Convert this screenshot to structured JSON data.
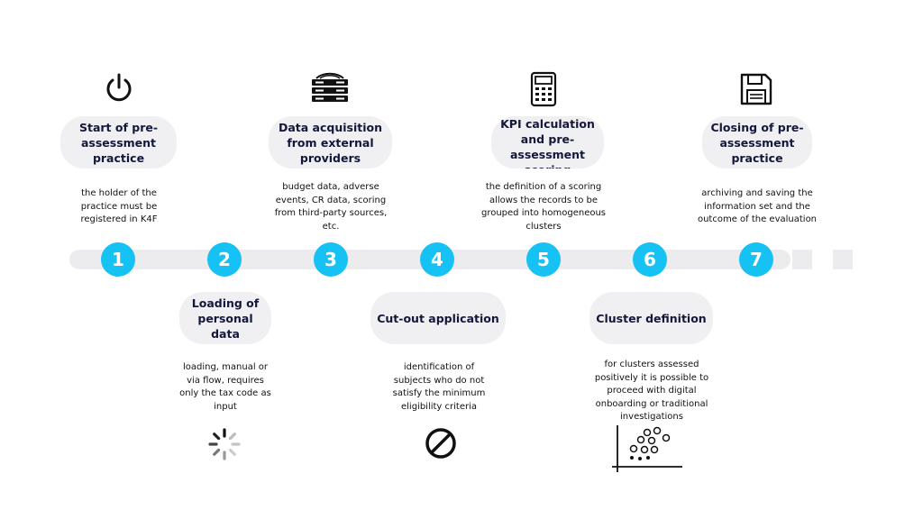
{
  "steps": [
    {
      "number": "1",
      "title": "Start of pre-assessment practice",
      "desc": "the holder of the practice must be registered in K4F",
      "icon": "power-icon"
    },
    {
      "number": "2",
      "title": "Loading of personal data",
      "desc": "loading, manual or via flow, requires only the tax code as input",
      "icon": "loading-spinner-icon"
    },
    {
      "number": "3",
      "title": "Data acquisition from external providers",
      "desc": "budget data, adverse events, CR data, scoring from third-party sources, etc.",
      "icon": "server-icon"
    },
    {
      "number": "4",
      "title": "Cut-out application",
      "desc": "identification of subjects who do not satisfy the minimum eligibility criteria",
      "icon": "prohibited-icon"
    },
    {
      "number": "5",
      "title": "KPI calculation and pre-assessment scoring",
      "desc": "the definition of a scoring allows the records to be grouped into homogeneous clusters",
      "icon": "calculator-icon"
    },
    {
      "number": "6",
      "title": "Cluster definition",
      "desc": "for clusters assessed positively it is possible to proceed with digital onboarding or traditional investigations",
      "icon": "scatter-plot-icon"
    },
    {
      "number": "7",
      "title": "Closing of pre-assessment practice",
      "desc": "archiving and saving the information set and the outcome of the evaluation",
      "icon": "floppy-disk-icon"
    }
  ],
  "colors": {
    "accent": "#16c1f3",
    "pill": "#f0f0f2",
    "track": "#ececee",
    "title": "#13173b"
  }
}
